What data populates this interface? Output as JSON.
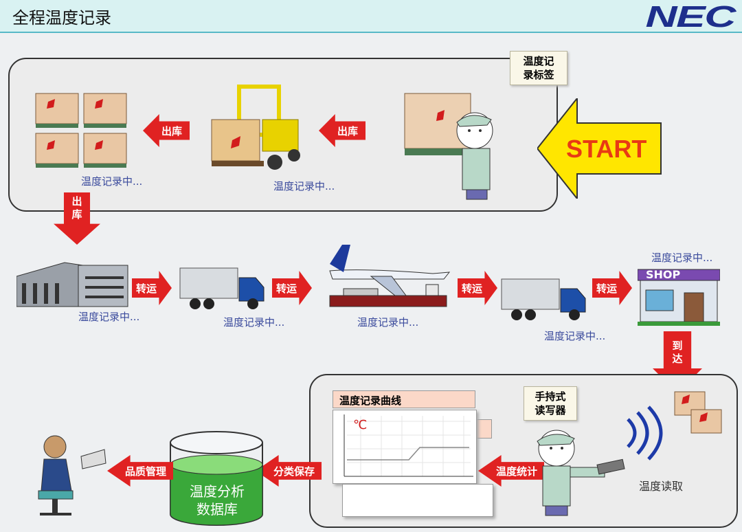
{
  "header": {
    "title": "全程温度记录",
    "logo": "NEC"
  },
  "top_panel": {
    "callout": "温度记\n录标签",
    "start_label": "START",
    "arrow_out1": "出库",
    "arrow_out2": "出库",
    "caption_forklift": "温度记录中...",
    "caption_pallets": "温度记录中..."
  },
  "down_arrow_out": "出\n库",
  "transport": {
    "arrows": [
      "转运",
      "转运",
      "转运",
      "转运"
    ],
    "captions": [
      "温度记录中...",
      "温度记录中...",
      "温度记录中...",
      "温度记录中...",
      "温度记录中..."
    ],
    "shop_sign": "SHOP"
  },
  "down_arrow_arrive": "到\n达",
  "bottom_panel": {
    "chart_title": "温度记录曲线",
    "chart_unit": "℃",
    "callout": "手持式\n读写器",
    "reading_label": "温度读取",
    "arrow_stats": "温度统计"
  },
  "bottom": {
    "arrow_save": "分类保存",
    "database": "温度分析\n数据库",
    "arrow_quality": "品质管理"
  },
  "colors": {
    "arrow": "#e02222",
    "start_arrow": "#ffe600",
    "start_text": "#e83a14",
    "caption": "#3a4a9c",
    "header_bg": "#d9f2f2"
  }
}
